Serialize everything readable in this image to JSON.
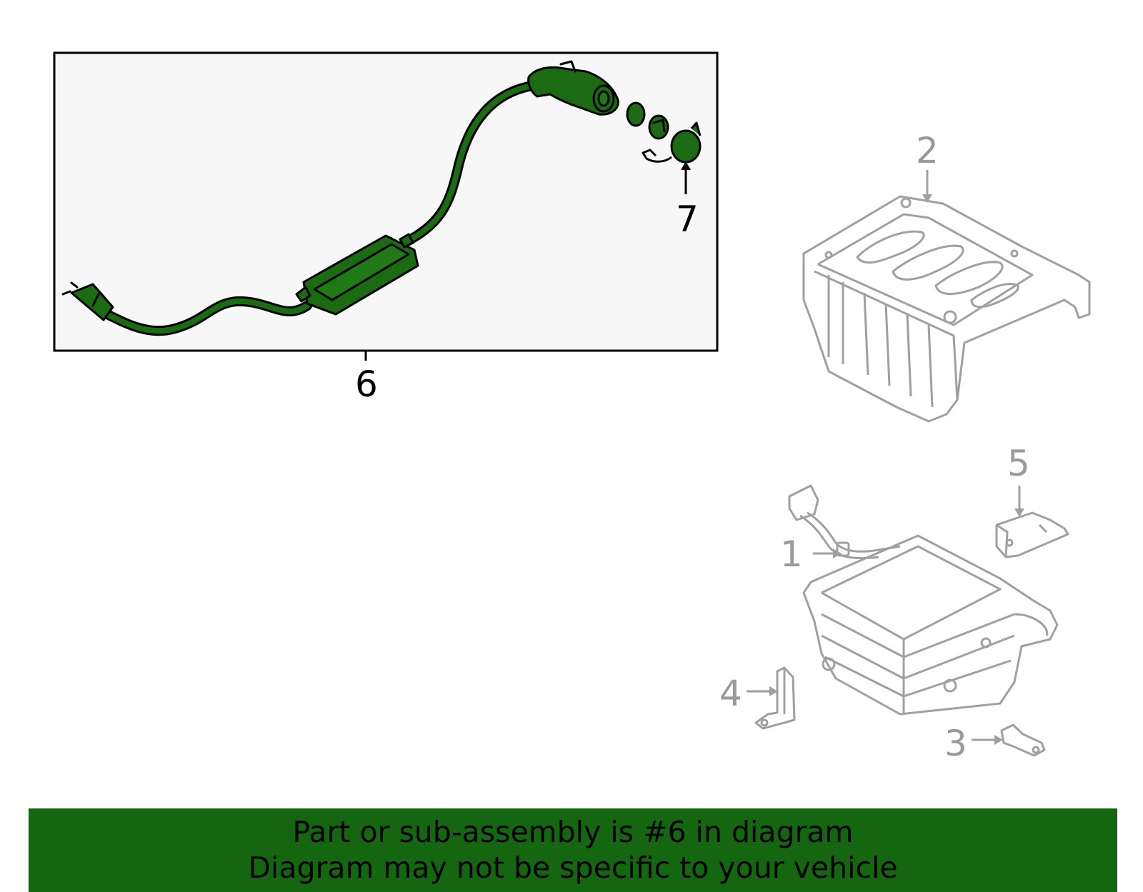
{
  "diagram": {
    "callouts": {
      "c1": "1",
      "c2": "2",
      "c3": "3",
      "c4": "4",
      "c5": "5",
      "c6": "6",
      "c7": "7"
    },
    "highlight_color": "#1b6614",
    "highlight_fill": "#1a6b12",
    "inset_background": "#f7f7f7",
    "line_color_gray": "#a0a0a0"
  },
  "footer": {
    "line1": "Part or sub-assembly is #6 in diagram",
    "line2": "Diagram may not be specific to your vehicle",
    "background": "#156610"
  }
}
